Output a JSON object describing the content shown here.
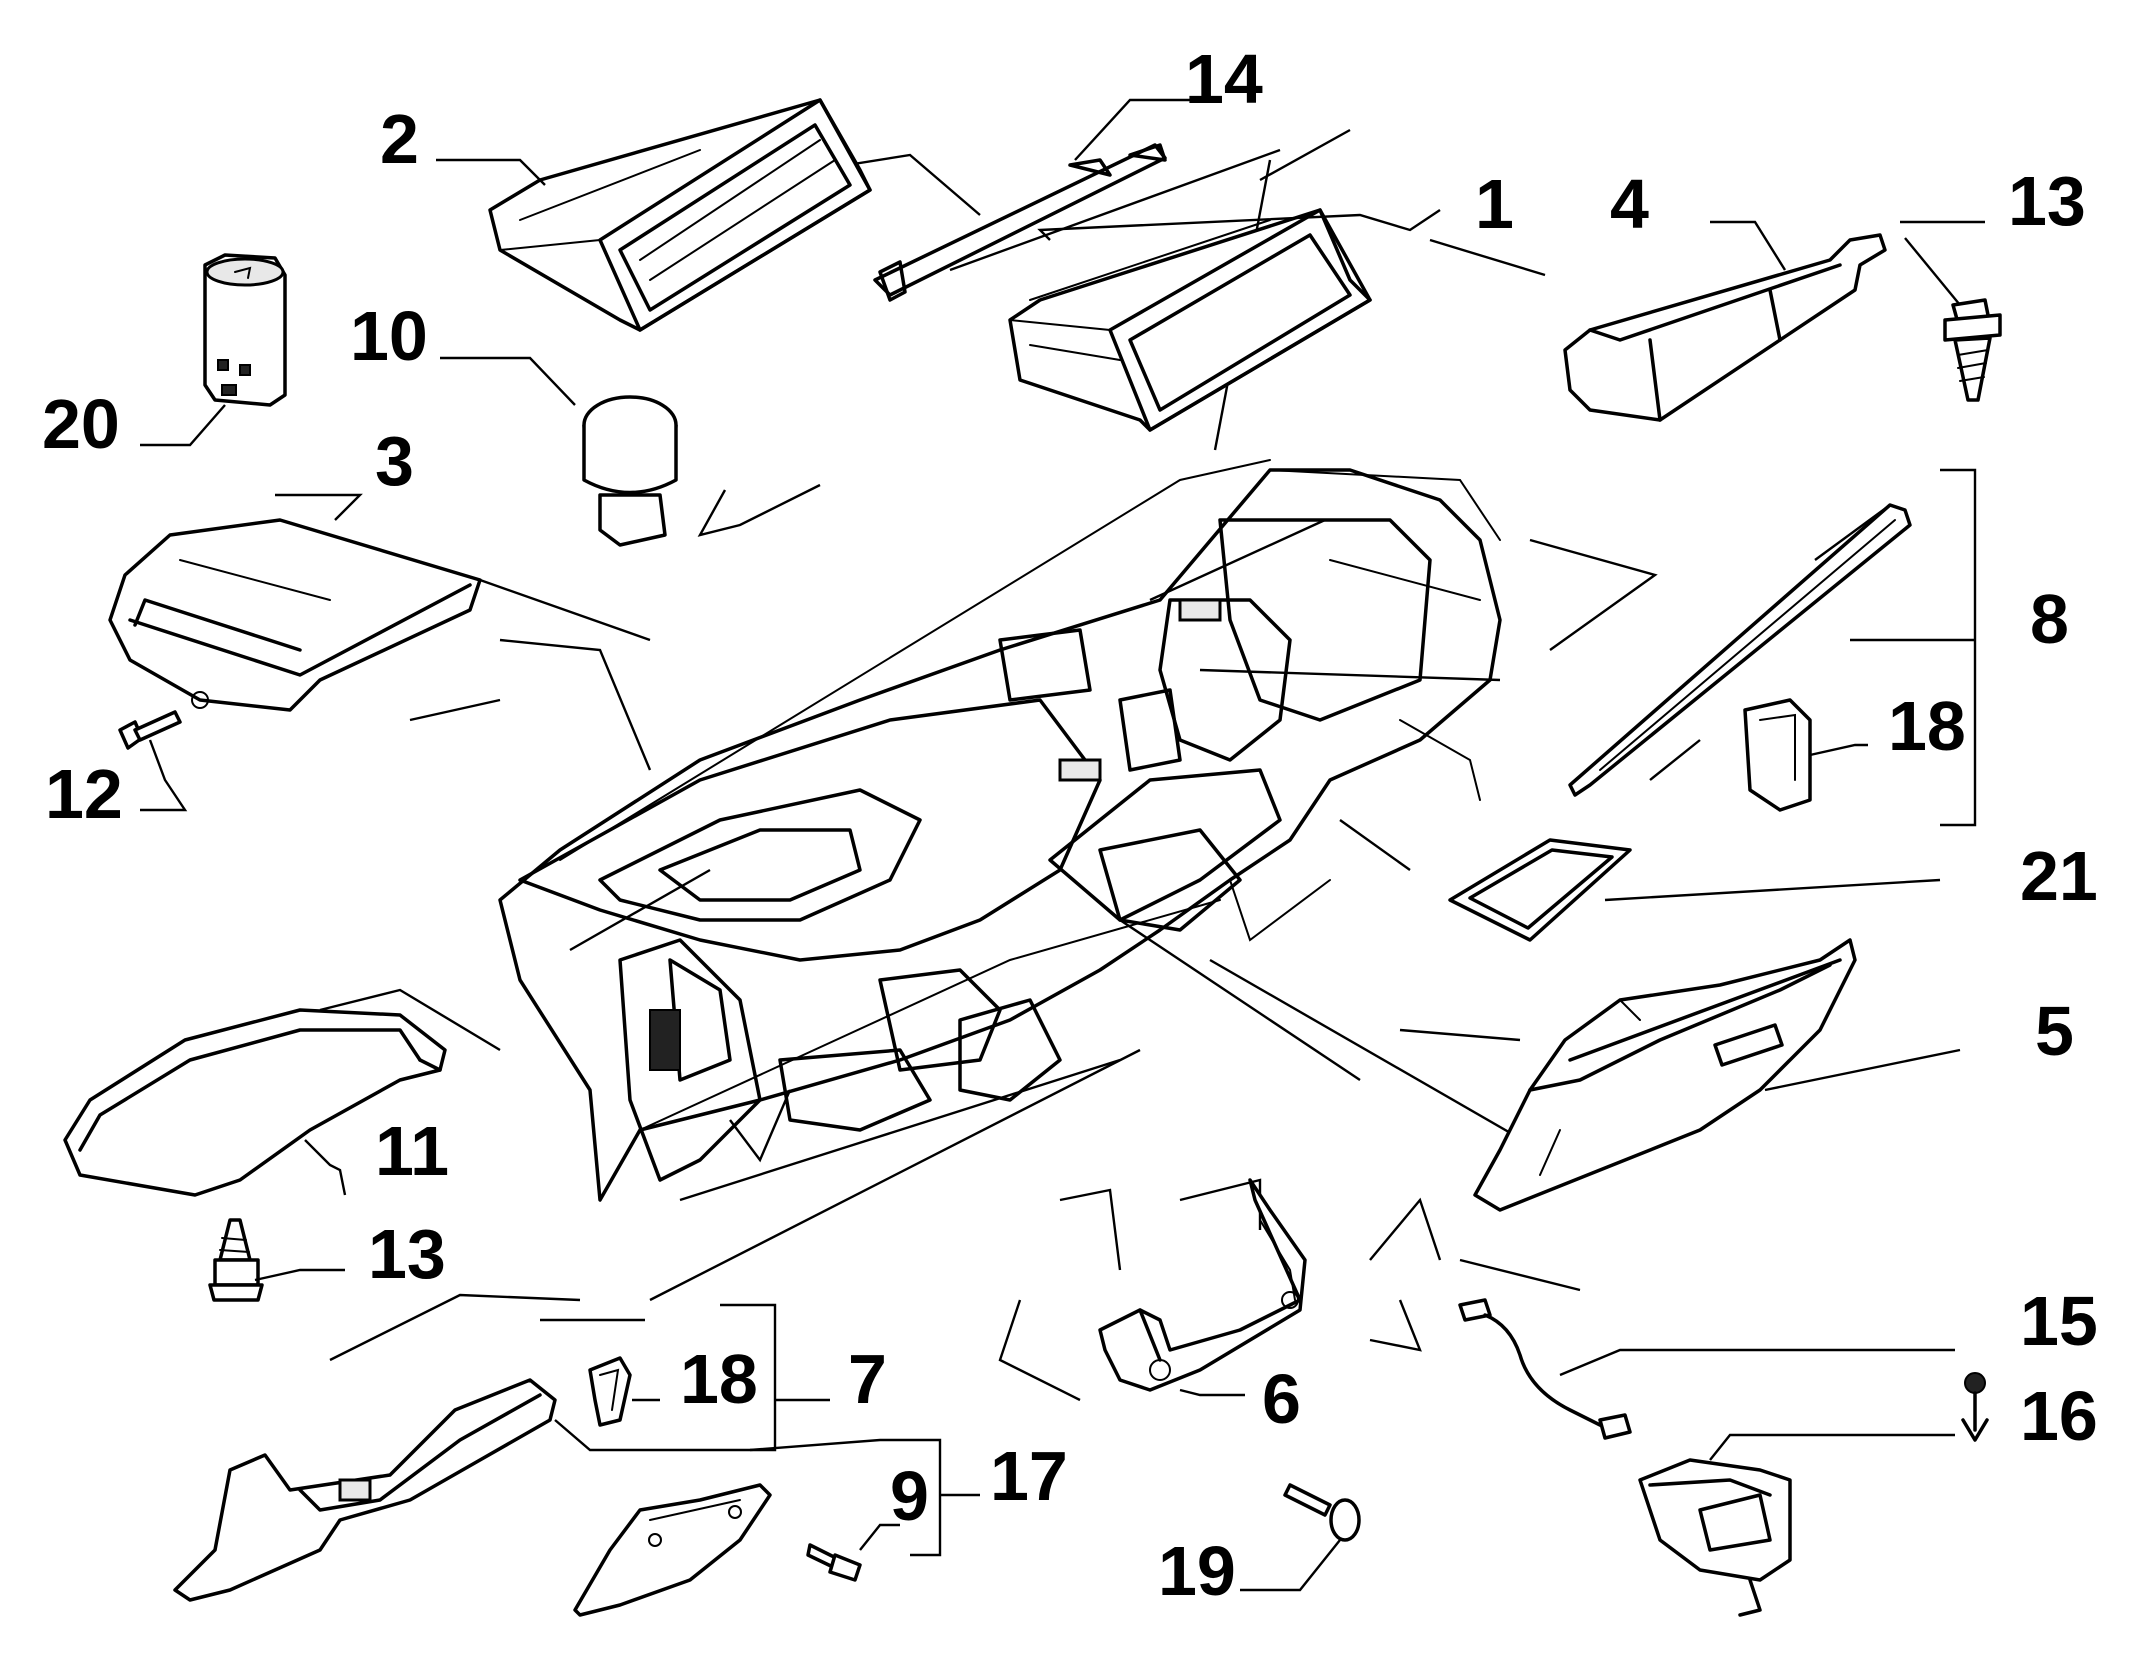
{
  "callouts": {
    "c1": "1",
    "c2": "2",
    "c3": "3",
    "c4": "4",
    "c5": "5",
    "c6": "6",
    "c7": "7",
    "c8": "8",
    "c9": "9",
    "c10": "10",
    "c11": "11",
    "c12": "12",
    "c13a": "13",
    "c13b": "13",
    "c14": "14",
    "c15": "15",
    "c16": "16",
    "c17": "17",
    "c18a": "18",
    "c18b": "18",
    "c19": "19",
    "c20": "20",
    "c21": "21"
  }
}
